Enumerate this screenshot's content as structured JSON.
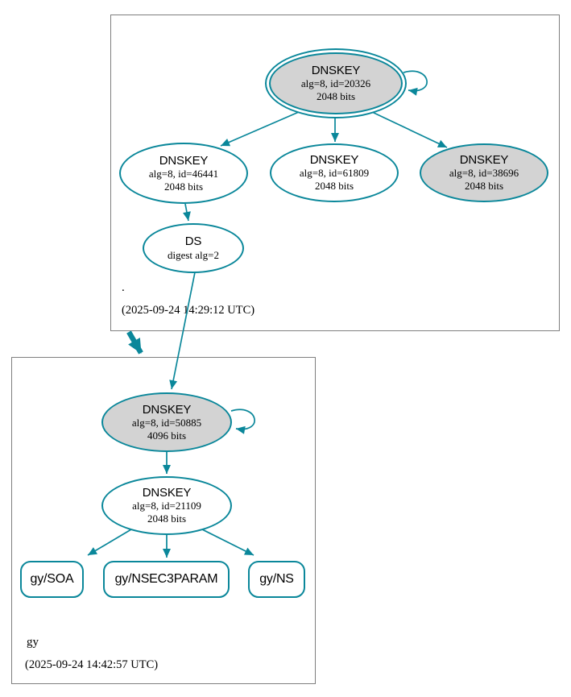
{
  "colors": {
    "secure_edge": "#0a879a",
    "ksk_fill": "#d3d3d3",
    "node_fill": "#ffffff",
    "zone_box_border": "#7f7f7f",
    "text": "#000000"
  },
  "root_zone": {
    "label": ".",
    "timestamp": "(2025-09-24 14:29:12 UTC)",
    "ksk": {
      "title": "DNSKEY",
      "detail": "alg=8, id=20326",
      "bits": "2048 bits"
    },
    "zsk1": {
      "title": "DNSKEY",
      "detail": "alg=8, id=46441",
      "bits": "2048 bits"
    },
    "zsk2": {
      "title": "DNSKEY",
      "detail": "alg=8, id=61809",
      "bits": "2048 bits"
    },
    "key3": {
      "title": "DNSKEY",
      "detail": "alg=8, id=38696",
      "bits": "2048 bits"
    },
    "ds": {
      "title": "DS",
      "detail": "digest alg=2"
    }
  },
  "gy_zone": {
    "label": "gy",
    "timestamp": "(2025-09-24 14:42:57 UTC)",
    "ksk": {
      "title": "DNSKEY",
      "detail": "alg=8, id=50885",
      "bits": "4096 bits"
    },
    "zsk": {
      "title": "DNSKEY",
      "detail": "alg=8, id=21109",
      "bits": "2048 bits"
    },
    "rrsets": {
      "soa": "gy/SOA",
      "nsec3param": "gy/NSEC3PARAM",
      "ns": "gy/NS"
    }
  }
}
